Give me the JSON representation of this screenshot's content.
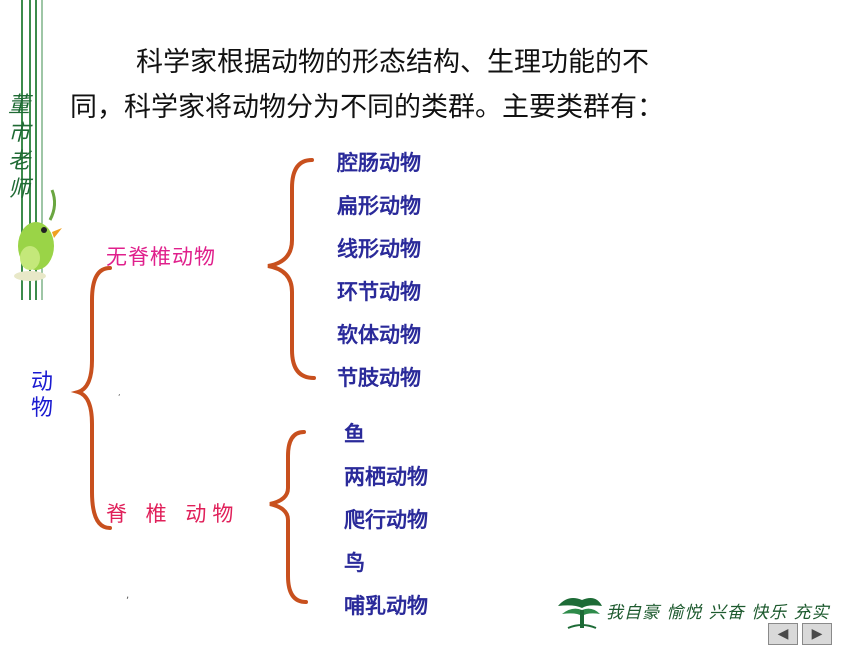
{
  "intro": {
    "line1": "科学家根据动物的形态结构、生理功能的不",
    "line2": "同，科学家将动物分为不同的类群。主要类群有："
  },
  "side_logo_text": "董市老师",
  "root": "动物",
  "groups": [
    {
      "label": "无脊椎动物",
      "items": [
        "腔肠动物",
        "扁形动物",
        "线形动物",
        "环节动物",
        "软体动物",
        "节肢动物"
      ]
    },
    {
      "label": "脊 椎 动物",
      "items": [
        "鱼",
        "两栖动物",
        "爬行动物",
        "鸟",
        "哺乳动物"
      ]
    }
  ],
  "slogan": "我自豪 愉悦 兴奋 快乐 充实",
  "nav": {
    "prev": "◀",
    "next": "▶"
  },
  "colors": {
    "bracket": "#c8501e",
    "items": "#2a2a9a",
    "invertebrate": "#e0208c",
    "vertebrate": "#e0205a",
    "decor_green": "#2e8b57"
  }
}
